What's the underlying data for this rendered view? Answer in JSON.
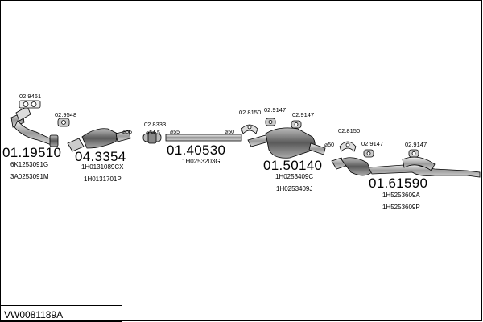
{
  "diagram_id": "VW0081189A",
  "assemblies": [
    {
      "name": "front-pipe",
      "part_no": "01.19510",
      "oem": [
        "6K1253091G",
        "3A0253091M"
      ]
    },
    {
      "name": "catalytic-converter",
      "part_no": "04.3354",
      "oem": [
        "1H0131089CX",
        "1H0131701P"
      ]
    },
    {
      "name": "intermediate-pipe",
      "part_no": "01.40530",
      "oem": [
        "1H0253203G"
      ]
    },
    {
      "name": "middle-silencer",
      "part_no": "01.50140",
      "oem": [
        "1H0253409C",
        "1H0253409J"
      ]
    },
    {
      "name": "rear-silencer",
      "part_no": "01.61590",
      "oem": [
        "1H5253609A",
        "1H5253609P"
      ]
    }
  ],
  "accessories": {
    "gasket_9461": "02.9461",
    "clamp_9548": "02.9548",
    "clamp_8333": "02.8333",
    "hanger_8150_a": "02.8150",
    "clamp_9147_a": "02.9147",
    "clamp_9147_b": "02.9147",
    "hanger_8150_b": "02.8150",
    "clamp_9147_c": "02.9147",
    "clamp_9147_d": "02.9147"
  },
  "diameters": {
    "d1": "⌀55",
    "d2": "⌀54,5",
    "d3": "⌀55",
    "d4": "⌀50",
    "d5": "⌀50"
  }
}
